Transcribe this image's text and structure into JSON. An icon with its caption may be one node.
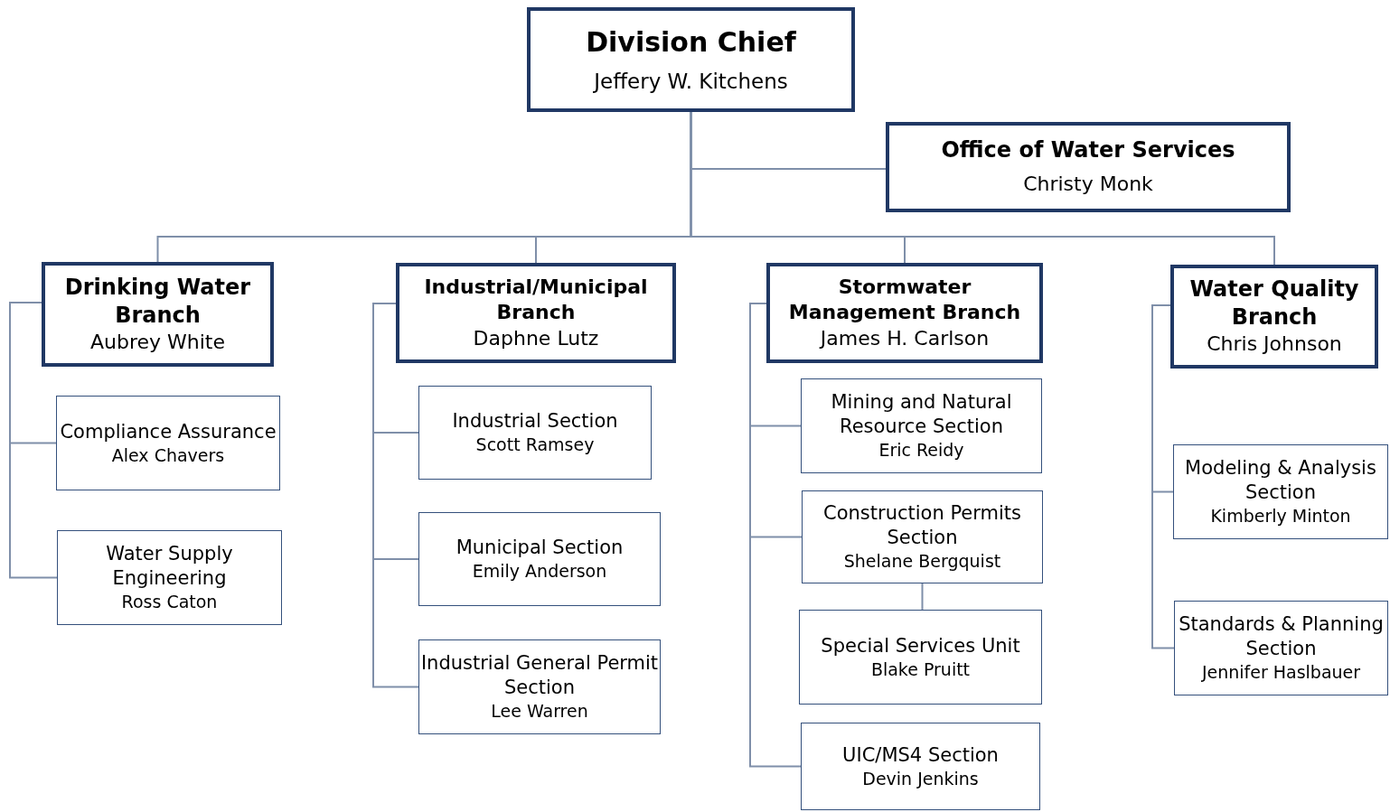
{
  "diagram": {
    "nodes": [
      {
        "text": [
          "Division Chief",
          "Jeffery W. Kitchens"
        ]
      },
      {
        "text": [
          "Office of Water Services",
          "Christy Monk"
        ]
      },
      {
        "text": [
          "Drinking Water Branch",
          "Aubrey White"
        ]
      },
      {
        "text": [
          "Industrial/Municipal Branch",
          "Daphne Lutz"
        ]
      },
      {
        "text": [
          "Stormwater Management Branch",
          "James H. Carlson"
        ]
      },
      {
        "text": [
          "Water Quality Branch",
          "Chris Johnson"
        ]
      },
      {
        "text": [
          "Compliance Assurance",
          "Alex Chavers"
        ]
      },
      {
        "text": [
          "Water Supply Engineering",
          "Ross Caton"
        ]
      },
      {
        "text": [
          "Industrial Section",
          "Scott Ramsey"
        ]
      },
      {
        "text": [
          "Municipal Section",
          "Emily Anderson"
        ]
      },
      {
        "text": [
          "Industrial General Permit Section",
          "Lee Warren"
        ]
      },
      {
        "text": [
          "Mining and Natural Resource Section",
          "Eric Reidy"
        ]
      },
      {
        "text": [
          "Construction Permits Section",
          "Shelane Bergquist"
        ]
      },
      {
        "text": [
          "Special Services Unit",
          "Blake Pruitt"
        ]
      },
      {
        "text": [
          "UIC/MS4 Section",
          "Devin Jenkins"
        ]
      },
      {
        "text": [
          "Modeling & Analysis Section",
          "Kimberly Minton"
        ]
      },
      {
        "text": [
          "Standards & Planning Section",
          "Jennifer Haslbauer"
        ]
      }
    ],
    "edges": [
      {
        "from": 0,
        "to": 1,
        "arrow": "none"
      },
      {
        "from": 0,
        "to": 2,
        "arrow": "none"
      },
      {
        "from": 0,
        "to": 3,
        "arrow": "none"
      },
      {
        "from": 0,
        "to": 4,
        "arrow": "none"
      },
      {
        "from": 0,
        "to": 5,
        "arrow": "none"
      },
      {
        "from": 2,
        "to": 6,
        "arrow": "none"
      },
      {
        "from": 2,
        "to": 7,
        "arrow": "none"
      },
      {
        "from": 3,
        "to": 8,
        "arrow": "none"
      },
      {
        "from": 3,
        "to": 9,
        "arrow": "none"
      },
      {
        "from": 3,
        "to": 10,
        "arrow": "none"
      },
      {
        "from": 4,
        "to": 11,
        "arrow": "none"
      },
      {
        "from": 4,
        "to": 12,
        "arrow": "none"
      },
      {
        "from": 12,
        "to": 13,
        "arrow": "none"
      },
      {
        "from": 4,
        "to": 14,
        "arrow": "none"
      },
      {
        "from": 5,
        "to": 15,
        "arrow": "none"
      },
      {
        "from": 5,
        "to": 16,
        "arrow": "none"
      }
    ]
  }
}
